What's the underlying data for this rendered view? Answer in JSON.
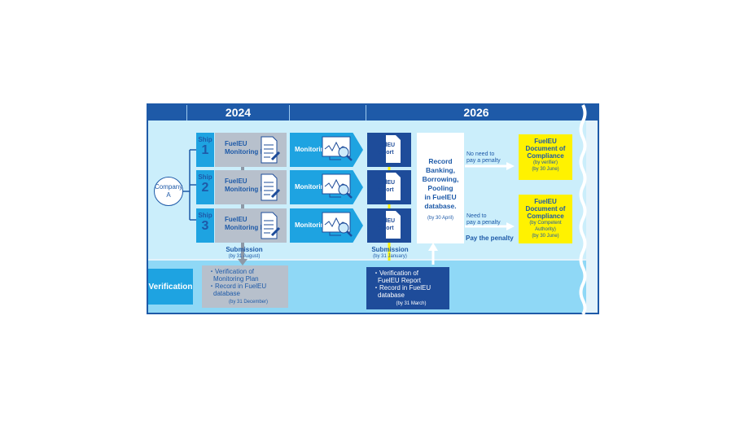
{
  "years": [
    "2024",
    "2026"
  ],
  "company": {
    "line1": "Company",
    "line2": "A"
  },
  "ships": [
    {
      "label": "Ship",
      "number": "1"
    },
    {
      "label": "Ship",
      "number": "2"
    },
    {
      "label": "Ship",
      "number": "3"
    }
  ],
  "plan_label": {
    "line1": "FuelEU",
    "line2": "Monitoring Plan"
  },
  "monitoring_label": "Monitoring",
  "report_label": {
    "line1": "FuelEU",
    "line2": "Report"
  },
  "submission_plan": {
    "label": "Submission",
    "date": "(by 31 August)"
  },
  "submission_report": {
    "label": "Submission",
    "date": "(by 31 January)"
  },
  "pooling": {
    "line1": "Record",
    "line2": "Banking,",
    "line3": "Borrowing,",
    "line4": "Pooling",
    "line5": "in FuelEU",
    "line6": "database.",
    "date": "(by 30 April)"
  },
  "no_penalty": {
    "line1": "No need to",
    "line2": "pay a penalty"
  },
  "need_penalty": {
    "line1": "Need to",
    "line2": "pay a penalty"
  },
  "pay_penalty": "Pay the penalty",
  "doc_verifier": {
    "line1": "FuelEU",
    "line2": "Document of",
    "line3": "Compliance",
    "sub": "(by verifier)",
    "date": "(by 30 June)"
  },
  "doc_authority": {
    "line1": "FuelEU",
    "line2": "Document of",
    "line3": "Compliance",
    "sub1": "(by Competent",
    "sub2": "Authority)",
    "date": "(by 30 June)"
  },
  "verification_label": "Verification",
  "verification_plan": {
    "item1a": "・Verification of",
    "item1b": "Monitoring Plan",
    "item2a": "・Record in FuelEU",
    "item2b": "database",
    "date": "(by 31 December)"
  },
  "verification_report": {
    "item1a": "・Verification of",
    "item1b": "FuelEU Report",
    "item2a": "・Record in FuelEU",
    "item2b": "database",
    "date": "(by 31 March)"
  },
  "colors": {
    "navy": "#1e4c9a",
    "cyan": "#1ea3e1",
    "yellow": "#fff200",
    "grey": "#b7c0cc"
  }
}
